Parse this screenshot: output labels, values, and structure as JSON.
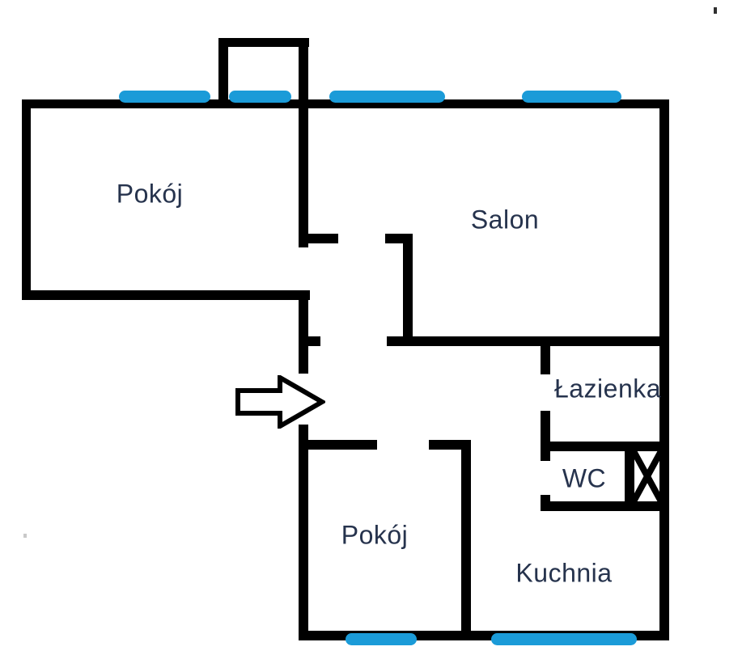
{
  "title": "apartment-floor-plan",
  "rooms": [
    {
      "id": "pokoj-1",
      "label": "Pokój"
    },
    {
      "id": "salon",
      "label": "Salon"
    },
    {
      "id": "lazienka",
      "label": "Łazienka"
    },
    {
      "id": "wc",
      "label": "WC"
    },
    {
      "id": "kuchnia",
      "label": "Kuchnia"
    },
    {
      "id": "pokoj-2",
      "label": "Pokój"
    }
  ],
  "symbols": {
    "entrance": "right-arrow",
    "shaft": "crossed-box",
    "window": "blue-bar",
    "window_count": 6
  },
  "colors": {
    "wall": "#000000",
    "window": "#1b9bd8",
    "label": "#26334d",
    "background": "#ffffff"
  }
}
